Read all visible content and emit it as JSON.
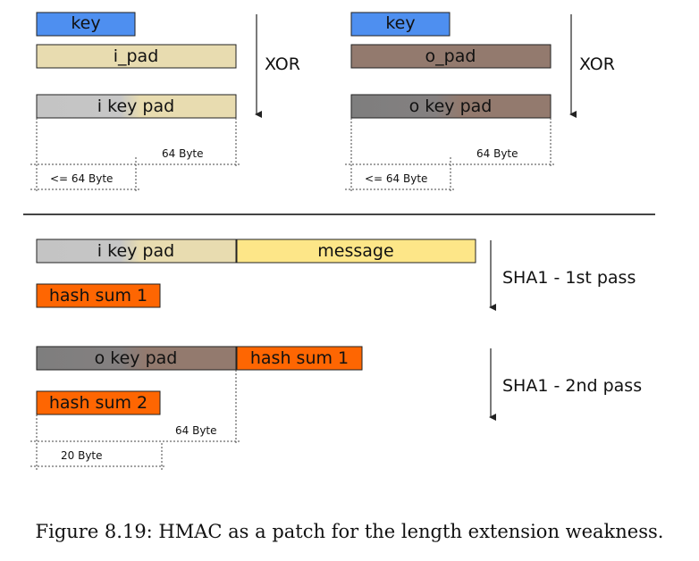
{
  "diagram": {
    "top_left": {
      "key": "key",
      "pad": "i_pad",
      "op": "XOR",
      "result": "i key pad",
      "dim_outer": "64 Byte",
      "dim_inner": "<= 64 Byte"
    },
    "top_right": {
      "key": "key",
      "pad": "o_pad",
      "op": "XOR",
      "result": "o key pad",
      "dim_outer": "64 Byte",
      "dim_inner": "<= 64 Byte"
    },
    "first_pass": {
      "key_pad": "i key pad",
      "message": "message",
      "result": "hash sum 1",
      "op": "SHA1 - 1st pass"
    },
    "second_pass": {
      "key_pad": "o key pad",
      "input": "hash sum 1",
      "result": "hash sum 2",
      "op": "SHA1 - 2nd pass",
      "dim_outer": "64 Byte",
      "dim_inner": "20 Byte"
    }
  },
  "caption": "Figure 8.19: HMAC as a patch for the length extension weakness.",
  "colors": {
    "key_blue": "#4e8ff0",
    "i_pad_tan": "#e8dcb0",
    "key_gray": "#c4c4c4",
    "o_pad_brown": "#937a6e",
    "o_key_gray": "#808080",
    "message_yellow": "#fde688",
    "hash_orange": "#fe6602"
  }
}
